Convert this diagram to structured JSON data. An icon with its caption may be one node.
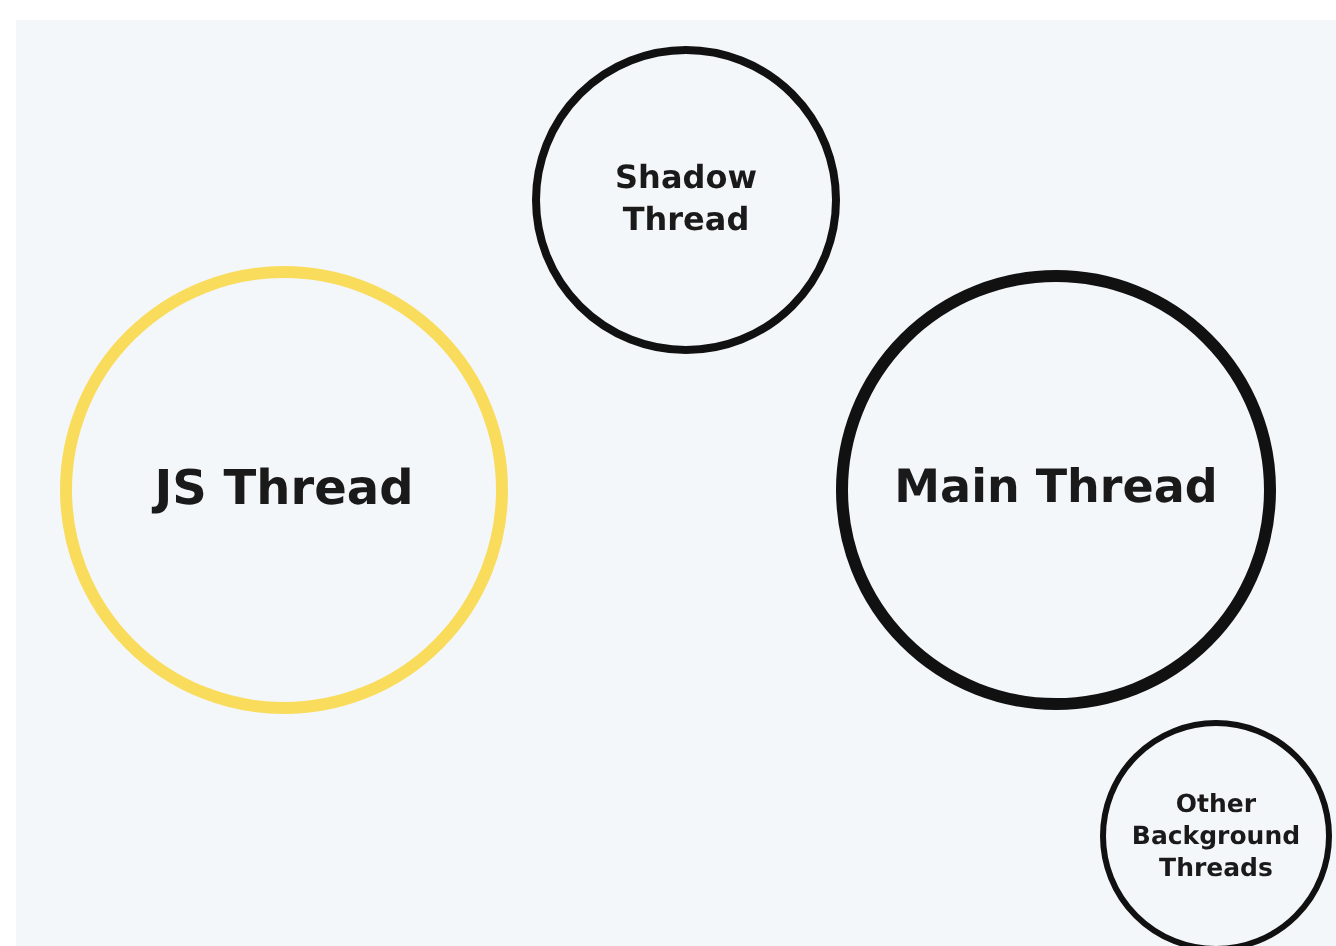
{
  "diagram": {
    "nodes": [
      {
        "text": [
          "Shadow Thread"
        ]
      },
      {
        "text": [
          "JS Thread"
        ]
      },
      {
        "text": [
          "Main Thread"
        ]
      },
      {
        "text": [
          "Other Background Threads"
        ]
      }
    ]
  }
}
